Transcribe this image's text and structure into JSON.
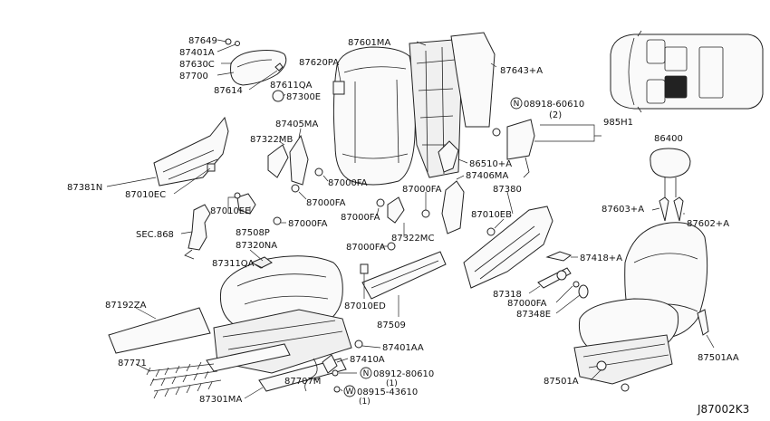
{
  "callouts": {
    "c87649": "87649",
    "c87401A": "87401A",
    "c87630C": "87630C",
    "c87700": "87700",
    "c87614": "87614",
    "c87620PA": "87620PA",
    "c87611QA": "87611QA",
    "c87300E": "87300E",
    "c87601MA": "87601MA",
    "c87643A": "87643+A",
    "c08918": "08918-60610",
    "c08918q": "(2)",
    "c985H1": "985H1",
    "c87405MA": "87405MA",
    "c87322MB": "87322MB",
    "c87000FA_1": "87000FA",
    "c87000FA_2": "87000FA",
    "c87000FA_3": "87000FA",
    "c87000FA_4": "87000FA",
    "c87000FA_5": "87000FA",
    "c87000FA_6": "87000FA",
    "c87000FA_7": "87000FA",
    "c86510A": "86510+A",
    "c87406MA": "87406MA",
    "c87381N": "87381N",
    "c87010EC": "87010EC",
    "c87010EE": "87010EE",
    "c87508P": "87508P",
    "c87322MC": "87322MC",
    "c87380": "87380",
    "c87010EB": "87010EB",
    "c86400": "86400",
    "c87603A": "87603+A",
    "c87602A": "87602+A",
    "cSEC868": "SEC.868",
    "c87320NA": "87320NA",
    "c87311QA": "87311QA",
    "c87418A": "87418+A",
    "c87318": "87318",
    "c87348E": "87348E",
    "c87010ED": "87010ED",
    "c87509": "87509",
    "c87192ZA": "87192ZA",
    "c87401AA": "87401AA",
    "c87410A": "87410A",
    "c87771": "87771",
    "c87707M": "87707M",
    "c08912": "08912-80610",
    "c08912q": "(1)",
    "c08915": "08915-43610",
    "c08915q": "(1)",
    "c87301MA": "87301MA",
    "c87501A": "87501A",
    "c87501AA": "87501AA",
    "symN": "N",
    "symN2": "N",
    "symW": "W"
  },
  "diagram_ref": "J87002K3"
}
